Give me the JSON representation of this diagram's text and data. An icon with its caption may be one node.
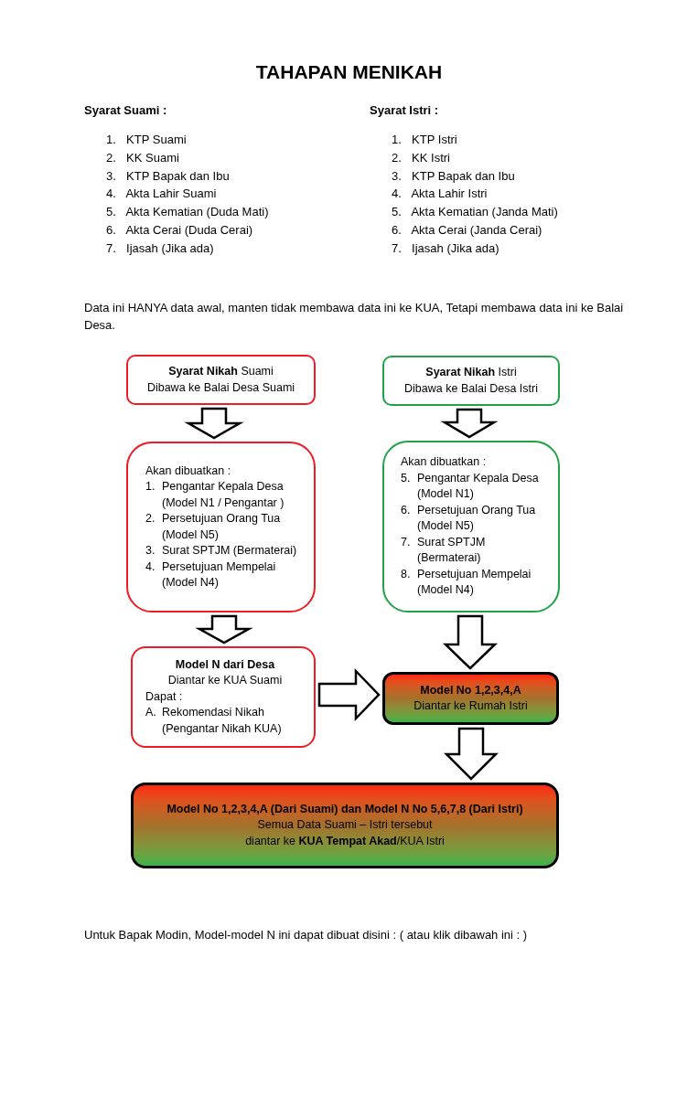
{
  "diagram": {
    "title": "TAHAPAN MENIKAH",
    "nodes": [
      {
        "text": [
          "**Syarat Nikah** Suami",
          "Dibawa ke Balai Desa Suami"
        ]
      },
      {
        "text": [
          "**Syarat Nikah** Istri",
          "Dibawa ke Balai Desa Istri"
        ]
      },
      {
        "text": [
          "Akan dibuatkan :",
          "1. Pengantar Kepala Desa (Model N1 / Pengantar )",
          "2. Persetujuan Orang Tua (Model N5)",
          "3. Surat SPTJM (Bermaterai)",
          "4. Persetujuan Mempelai (Model N4)"
        ]
      },
      {
        "text": [
          "Akan dibuatkan :",
          "5. Pengantar Kepala Desa (Model N1)",
          "6. Persetujuan Orang Tua (Model N5)",
          "7. Surat SPTJM (Bermaterai)",
          "8. Persetujuan Mempelai (Model N4)"
        ]
      },
      {
        "text": [
          "Model N dari Desa",
          "Diantar ke KUA Suami",
          "Dapat :",
          "A. Rekomendasi Nikah (Pengantar Nikah KUA)"
        ]
      },
      {
        "text": [
          "Model No 1,2,3,4,A",
          "Diantar ke Rumah Istri"
        ]
      },
      {
        "text": [
          "Model No 1,2,3,4,A (Dari Suami) dan Model N No 5,6,7,8 (Dari Istri)",
          "Semua Data Suami – Istri tersebut",
          "diantar ke **KUA Tempat Akad**/KUA Istri"
        ]
      }
    ],
    "edges": [
      {
        "from": 0,
        "to": 2,
        "arrow": "to"
      },
      {
        "from": 1,
        "to": 3,
        "arrow": "to"
      },
      {
        "from": 2,
        "to": 4,
        "arrow": "to"
      },
      {
        "from": 3,
        "to": 5,
        "arrow": "to"
      },
      {
        "from": 4,
        "to": 5,
        "arrow": "to"
      },
      {
        "from": 5,
        "to": 6,
        "arrow": "to"
      }
    ],
    "labels": [
      "Syarat Suami :",
      "1. KTP Suami",
      "2. KK Suami",
      "3. KTP Bapak dan Ibu",
      "4. Akta Lahir Suami",
      "5. Akta Kematian (Duda Mati)",
      "6. Akta Cerai (Duda Cerai)",
      "7. Ijasah (Jika ada)",
      "Syarat Istri :",
      "1. KTP Istri",
      "2. KK Istri",
      "3. KTP Bapak dan Ibu",
      "4. Akta Lahir Istri",
      "5. Akta Kematian (Janda Mati)",
      "6. Akta Cerai (Janda Cerai)",
      "7. Ijasah (Jika ada)",
      "Data ini HANYA data awal, manten tidak membawa data ini ke KUA, Tetapi membawa data ini ke Balai Desa.",
      "Untuk Bapak Modin, Model-model N ini dapat dibuat disini : ( atau klik dibawah ini : )"
    ]
  }
}
